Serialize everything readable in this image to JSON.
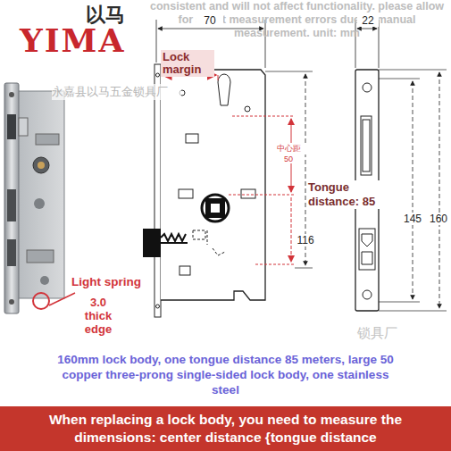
{
  "diagram": {
    "nodes": [
      {
        "text": [
          "When replacing a lock body, you need to measure the dimensions: center distance {tongue distance"
        ]
      }
    ],
    "labels": [
      "以马",
      "YIMA",
      "consistent and will not affect functionality. please allow for slight measurement errors due to manual measurement. unit: mm",
      "永嘉县以马五金锁具厂",
      "70",
      "Lock margin",
      "22",
      "中心距",
      "50",
      "Tongue distance: 85",
      "116",
      "145",
      "160",
      "Light spring",
      "3.0 thick edge",
      "锁具厂",
      "160mm lock body, one tongue distance 85 meters, large 50 copper three-prong single-sided lock body, one stainless steel"
    ]
  }
}
